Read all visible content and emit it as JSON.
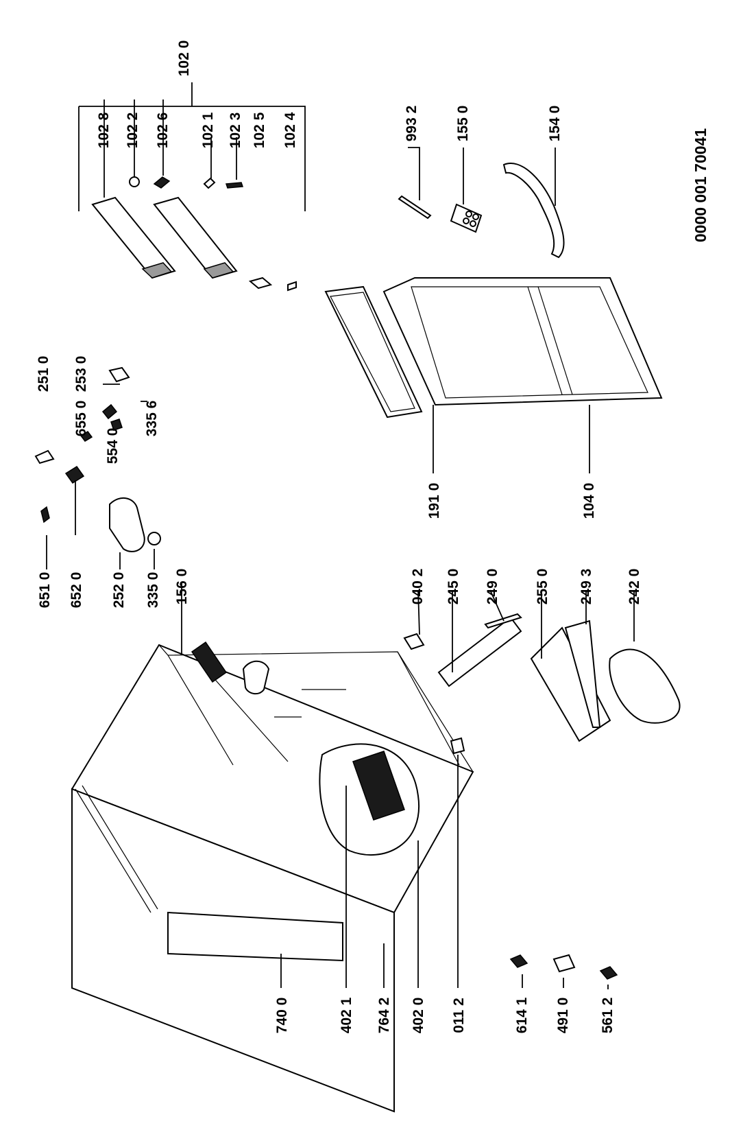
{
  "diagram": {
    "document_code": "0000  001  70041",
    "part_numbers": [
      "102 0",
      "102 8",
      "102 2",
      "102 6",
      "102 1",
      "102 3",
      "102 5",
      "102 4",
      "993 2",
      "155 0",
      "154 0",
      "251 0",
      "253 0",
      "655 0",
      "335 6",
      "554 0",
      "651 0",
      "652 0",
      "252 0",
      "335 0",
      "156 0",
      "191 0",
      "104 0",
      "040 2",
      "245 0",
      "249 0",
      "255 0",
      "249 3",
      "242 0",
      "740 0",
      "402 1",
      "764 2",
      "402 0",
      "011 2",
      "614 1",
      "491 0",
      "561 2"
    ]
  }
}
